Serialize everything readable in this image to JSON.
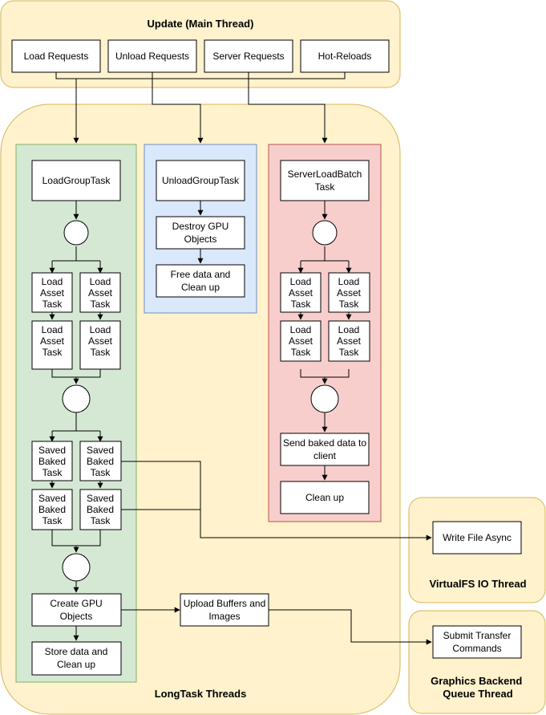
{
  "main_thread": {
    "title": "Update (Main Thread)",
    "requests": [
      "Load Requests",
      "Unload Requests",
      "Server Requests",
      "Hot-Reloads"
    ]
  },
  "longtask": {
    "title": "LongTask Threads",
    "load_group": {
      "task": "LoadGroupTask",
      "load_asset": [
        "Load",
        "Asset",
        "Task"
      ],
      "saved_baked": [
        "Saved",
        "Baked",
        "Task"
      ],
      "create_gpu": [
        "Create GPU",
        "Objects"
      ],
      "store_data": [
        "Store data and",
        "Clean up"
      ]
    },
    "unload_group": {
      "task": "UnloadGroupTask",
      "destroy_gpu": [
        "Destroy GPU",
        "Objects"
      ],
      "free_data": [
        "Free data and",
        "Clean up"
      ]
    },
    "server_batch": {
      "task": [
        "ServerLoadBatch",
        "Task"
      ],
      "load_asset": [
        "Load",
        "Asset",
        "Task"
      ],
      "send_baked": [
        "Send baked data to",
        "client"
      ],
      "clean_up": "Clean up"
    },
    "upload_buffers": [
      "Upload Buffers and",
      "Images"
    ]
  },
  "virtualfs": {
    "title": "VirtualFS IO Thread",
    "write_file": "Write File Async"
  },
  "graphics": {
    "title": [
      "Graphics Backend",
      "Queue Thread"
    ],
    "submit_transfer": [
      "Submit Transfer",
      "Commands"
    ]
  },
  "colors": {
    "thread_fill": "#fff2cc",
    "thread_stroke": "#d6b656",
    "green_fill": "#d5e8d4",
    "green_stroke": "#82b366",
    "blue_fill": "#dae8fc",
    "blue_stroke": "#6c8ebf",
    "red_fill": "#f8cecc",
    "red_stroke": "#b85450"
  }
}
